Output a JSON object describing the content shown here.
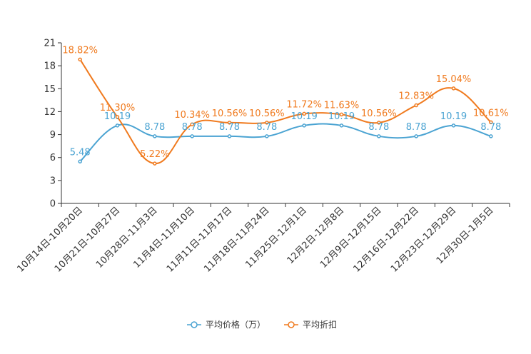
{
  "colors": {
    "price": "#4aa3d2",
    "discount": "#f07a1e",
    "axis": "#333333"
  },
  "legend": {
    "price_label": "平均价格（万）",
    "discount_label": "平均折扣"
  },
  "chart_data": {
    "type": "line",
    "title": "",
    "xlabel": "",
    "ylabel": "",
    "ylim": [
      0,
      21
    ],
    "yticks": [
      0,
      3,
      6,
      9,
      12,
      15,
      18,
      21
    ],
    "grid": false,
    "legend_position": "bottom",
    "categories": [
      "10月14日-10月20日",
      "10月21日-10月27日",
      "10月28日-11月3日",
      "11月4日-11月10日",
      "11月11日-11月17日",
      "11月18日-11月24日",
      "11月25日-12月1日",
      "12月2日-12月8日",
      "12月9日-12月15日",
      "12月16日-12月22日",
      "12月23日-12月29日",
      "12月30日-1月5日"
    ],
    "series": [
      {
        "name": "平均价格（万）",
        "color": "#4aa3d2",
        "values": [
          5.48,
          10.19,
          8.78,
          8.78,
          8.78,
          8.78,
          10.19,
          10.19,
          8.78,
          8.78,
          10.19,
          8.78
        ],
        "labels": [
          "5.48",
          "10.19",
          "8.78",
          "8.78",
          "8.78",
          "8.78",
          "10.19",
          "10.19",
          "8.78",
          "8.78",
          "10.19",
          "8.78"
        ]
      },
      {
        "name": "平均折扣",
        "color": "#f07a1e",
        "values": [
          18.82,
          11.3,
          5.22,
          10.34,
          10.56,
          10.56,
          11.72,
          11.63,
          10.56,
          12.83,
          15.04,
          10.61
        ],
        "labels": [
          "18.82%",
          "11.30%",
          "5.22%",
          "10.34%",
          "10.56%",
          "10.56%",
          "11.72%",
          "11.63%",
          "10.56%",
          "12.83%",
          "15.04%",
          "10.61%"
        ]
      }
    ]
  }
}
